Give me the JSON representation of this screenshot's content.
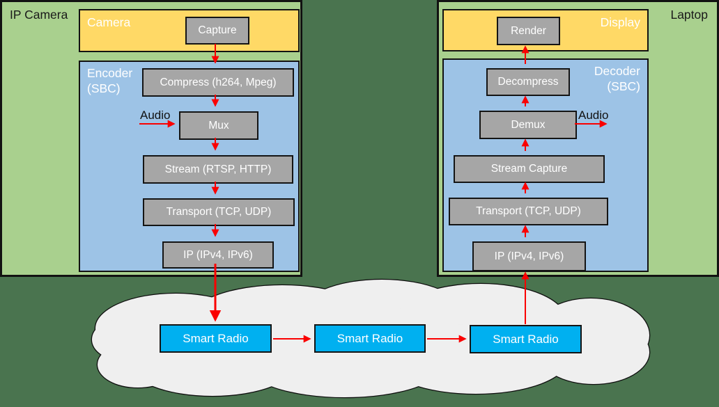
{
  "diagram": {
    "left": {
      "label": "IP Camera",
      "camera": {
        "label": "Camera",
        "capture": "Capture"
      },
      "encoder": {
        "line1": "Encoder",
        "line2": "(SBC)",
        "compress": "Compress (h264, Mpeg)",
        "mux": "Mux",
        "stream": "Stream (RTSP, HTTP)",
        "transport": "Transport (TCP, UDP)",
        "ip": "IP (IPv4, IPv6)"
      },
      "audio": "Audio"
    },
    "right": {
      "label": "Laptop",
      "display": {
        "label": "Display",
        "render": "Render"
      },
      "decoder": {
        "line1": "Decoder",
        "line2": "(SBC)",
        "decompress": "Decompress",
        "demux": "Demux",
        "stream_capture": "Stream Capture",
        "transport": "Transport (TCP, UDP)",
        "ip": "IP (IPv4, IPv6)"
      },
      "audio": "Audio"
    },
    "network": {
      "radios": [
        "Smart Radio",
        "Smart Radio",
        "Smart Radio"
      ]
    },
    "colors": {
      "page_background": "#4a744f",
      "device_panel": "#a9d08e",
      "camera_display_group": "#ffd966",
      "encoder_decoder_group": "#9dc3e6",
      "process_node": "#a6a6a6",
      "smart_radio": "#00b0f0",
      "arrow": "#fa0000",
      "cloud": "#efefef"
    }
  }
}
